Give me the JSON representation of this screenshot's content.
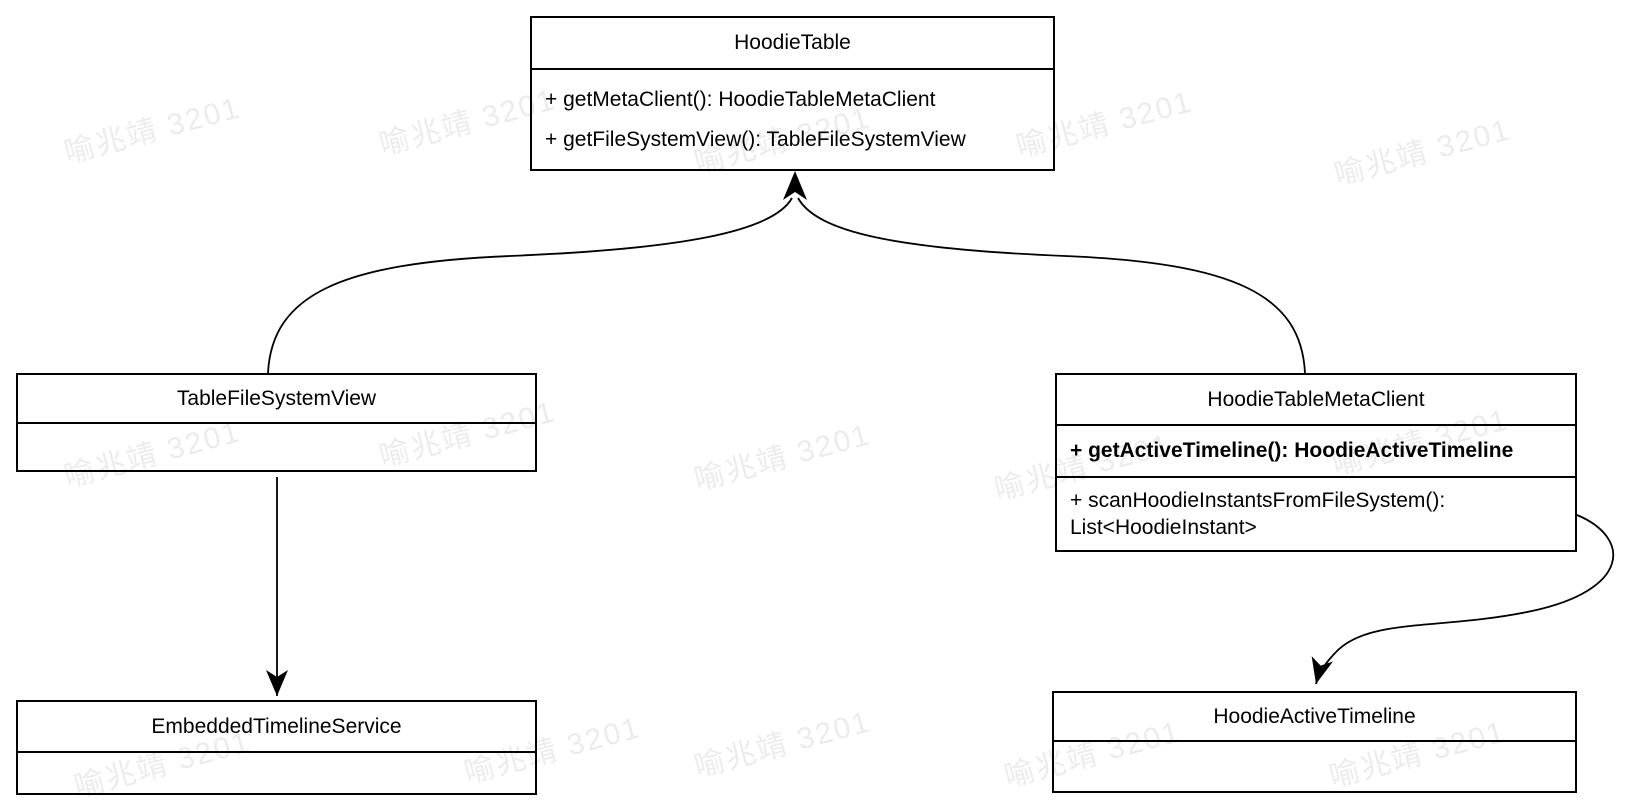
{
  "watermark": {
    "text": "喻兆靖 3201",
    "color": "#ececec"
  },
  "diagram": {
    "line_color": "#000000",
    "box_fill": "#ffffff",
    "classes": [
      {
        "title": "HoodieTable",
        "members": [
          "+ getMetaClient(): HoodieTableMetaClient",
          "+ getFileSystemView(): TableFileSystemView"
        ]
      },
      {
        "title": "TableFileSystemView",
        "members": []
      },
      {
        "title": "HoodieTableMetaClient",
        "members": [
          "+ getActiveTimeline(): HoodieActiveTimeline",
          "+ scanHoodieInstantsFromFileSystem(): List<HoodieInstant>"
        ]
      },
      {
        "title": "EmbeddedTimelineService",
        "members": []
      },
      {
        "title": "HoodieActiveTimeline",
        "members": []
      }
    ],
    "relations": [
      {
        "from": "TableFileSystemView",
        "to": "HoodieTable"
      },
      {
        "from": "HoodieTableMetaClient",
        "to": "HoodieTable"
      },
      {
        "from": "TableFileSystemView",
        "to": "EmbeddedTimelineService"
      },
      {
        "from": "HoodieTableMetaClient",
        "to": "HoodieActiveTimeline"
      }
    ]
  }
}
